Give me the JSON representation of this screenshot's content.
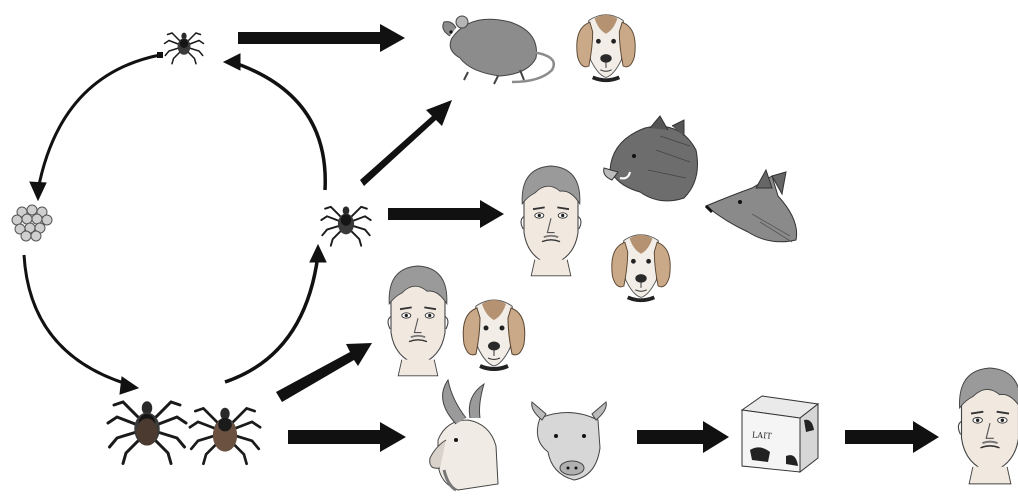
{
  "diagram": {
    "carton_label": "LAIT",
    "nodes": [
      {
        "id": "larva",
        "icon": "larva-tick-icon"
      },
      {
        "id": "eggs",
        "icon": "tick-eggs-icon"
      },
      {
        "id": "nymph",
        "icon": "nymph-tick-icon"
      },
      {
        "id": "adult-male",
        "icon": "adult-male-tick-icon"
      },
      {
        "id": "adult-female",
        "icon": "adult-female-tick-icon"
      },
      {
        "id": "larva-hosts",
        "icons": [
          "rodent-icon",
          "dog-icon"
        ]
      },
      {
        "id": "nymph-hosts",
        "icons": [
          "human-face-icon",
          "wild-boar-icon",
          "fox-icon",
          "dog-icon"
        ]
      },
      {
        "id": "adult-hosts",
        "icons": [
          "human-face-icon",
          "dog-icon"
        ]
      },
      {
        "id": "livestock",
        "icons": [
          "goat-icon",
          "cow-icon"
        ]
      },
      {
        "id": "milk",
        "icons": [
          "milk-carton-icon"
        ]
      },
      {
        "id": "human-consumer",
        "icons": [
          "human-face-icon"
        ]
      }
    ],
    "colors": {
      "ink": "#1a1a1a",
      "fur_gray": "#8c8c8c",
      "skin": "#f1e8e0",
      "hair": "#9a9a9a"
    }
  }
}
